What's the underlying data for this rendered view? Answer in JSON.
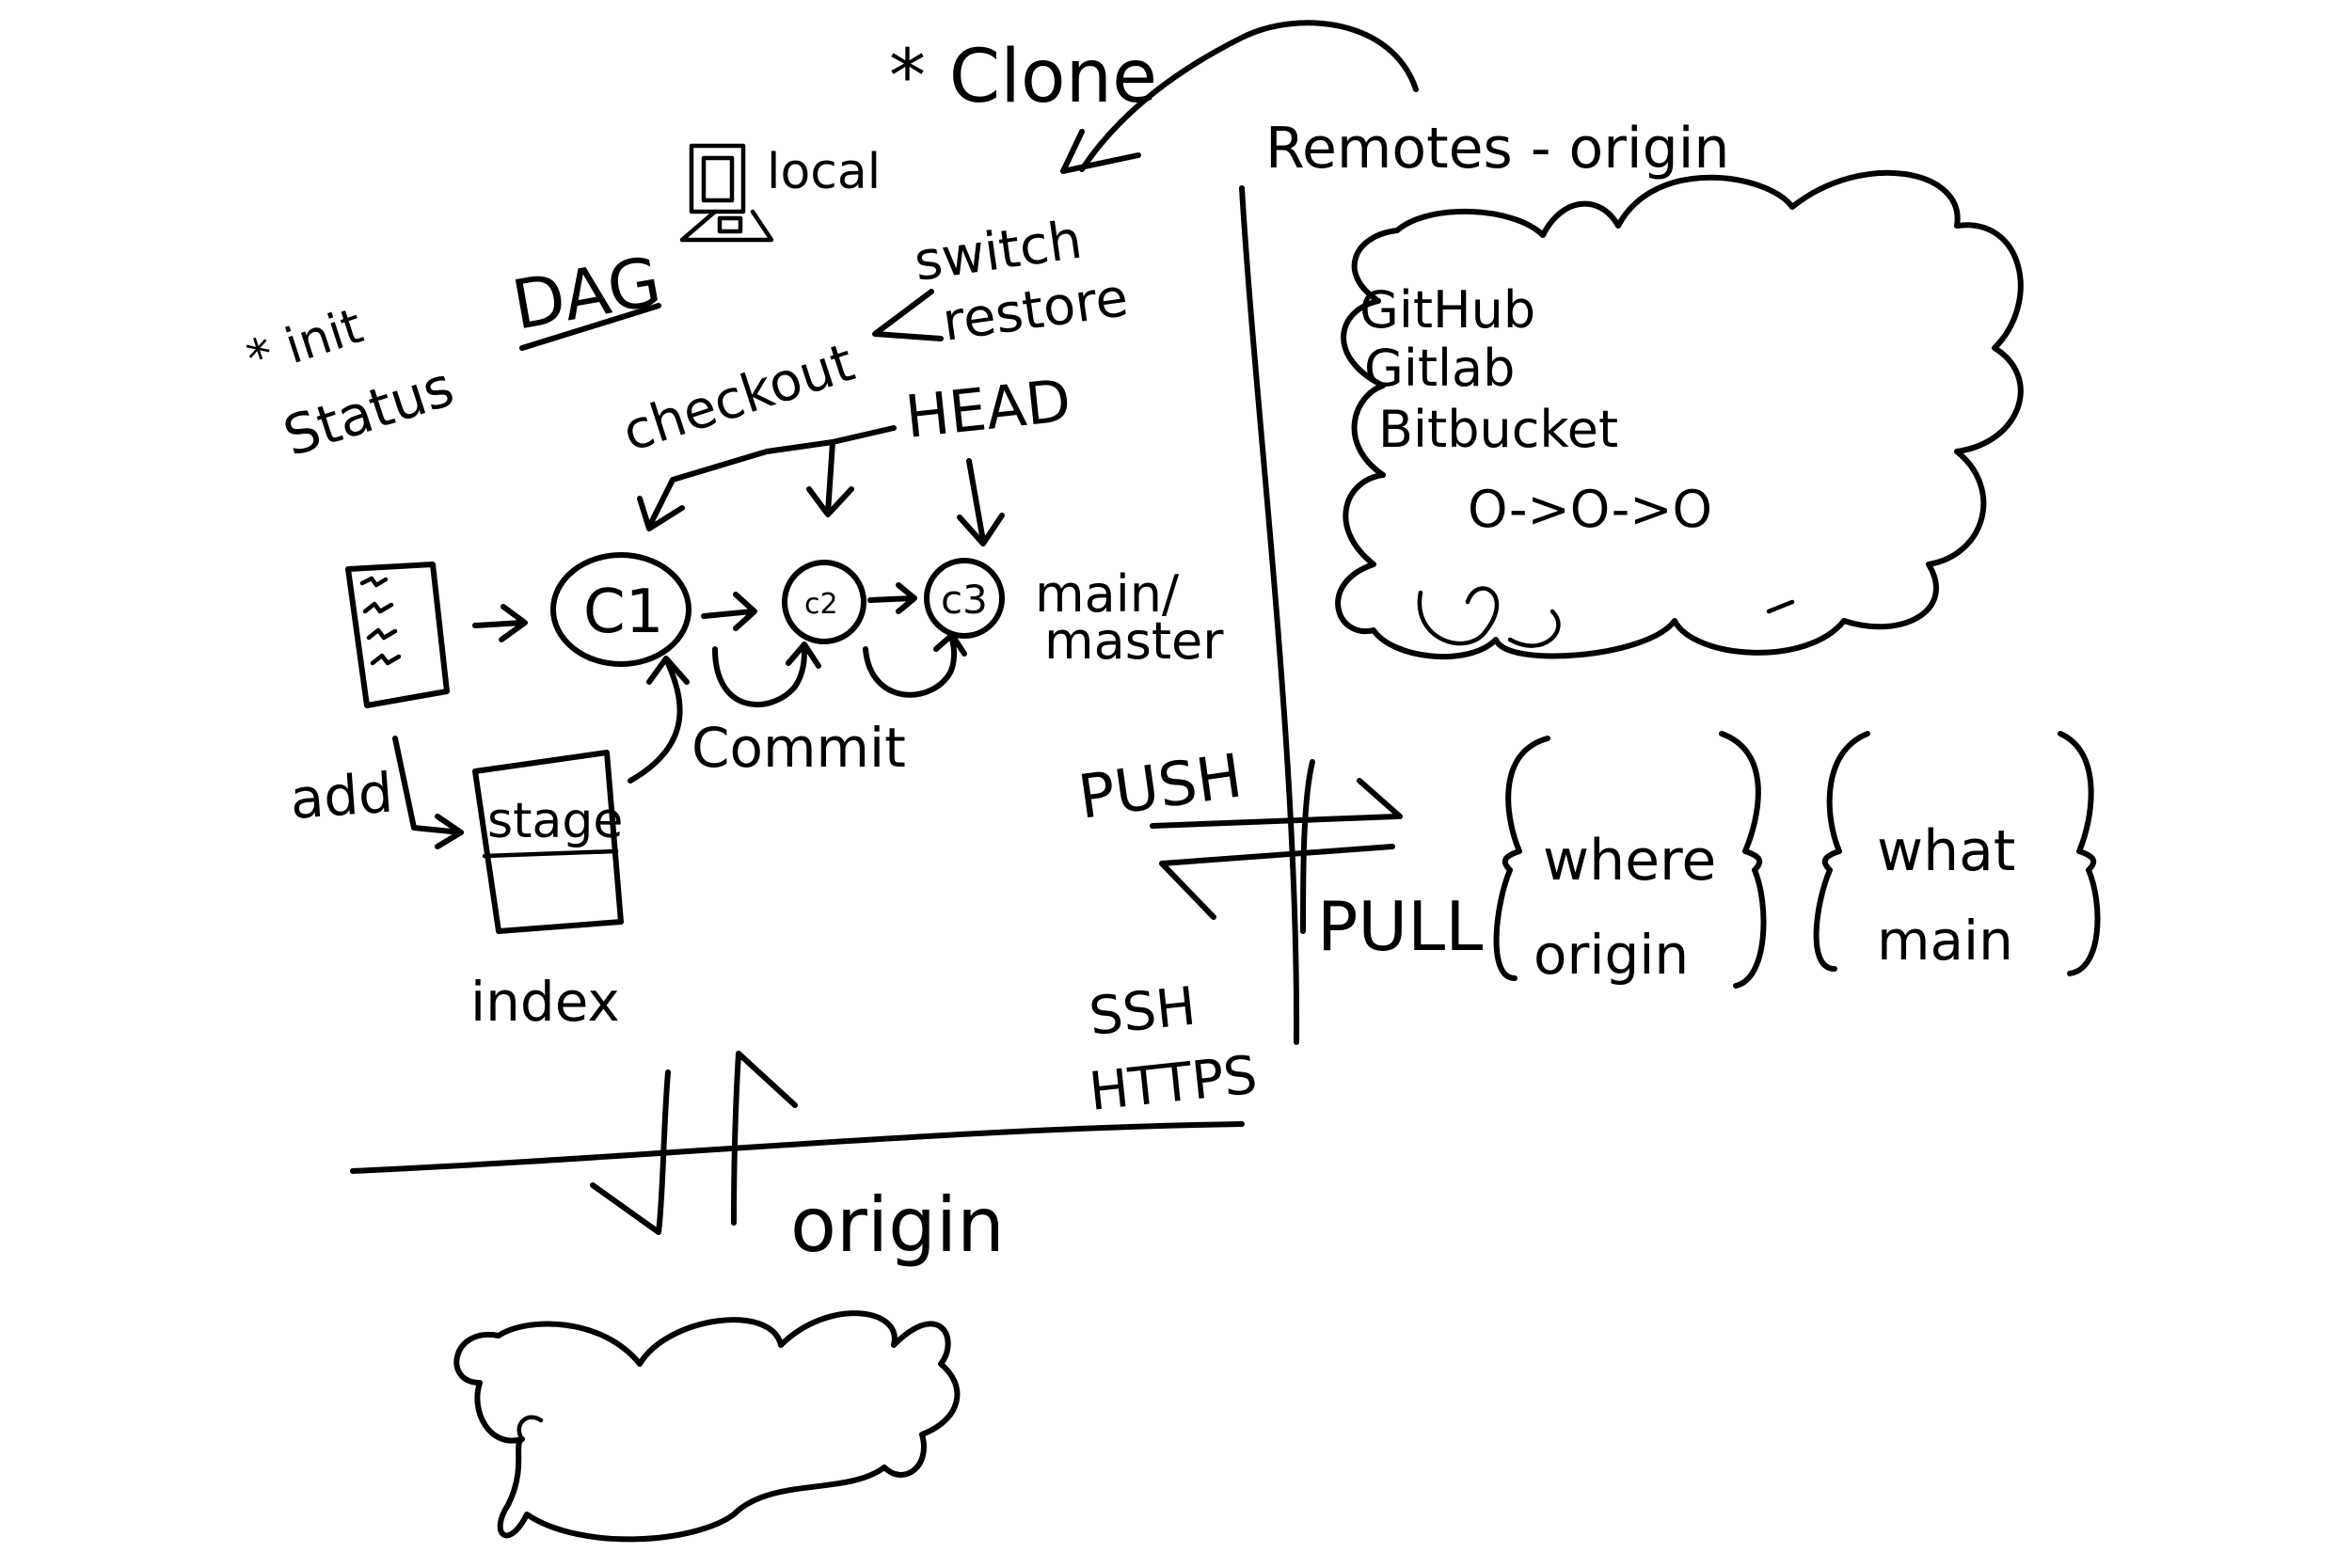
{
  "diagram": {
    "labels": {
      "clone": "* Clone",
      "local": "local",
      "remotes": "Remotes - origin",
      "dag": "DAG",
      "init": "* init",
      "status": "Status",
      "switch": "switch",
      "restore": "restore",
      "checkout": "checkout",
      "head": "HEAD",
      "main_master_1": "main/",
      "main_master_2": "master",
      "add": "add",
      "stage": "stage",
      "index": "index",
      "commit": "Commit",
      "push": "PUSH",
      "pull": "PULL",
      "ssh": "SSH",
      "https": "HTTPS",
      "origin_bottom": "origin"
    },
    "commits": [
      "C1",
      "c2",
      "c3"
    ],
    "hosts": [
      "GitHub",
      "Gitlab",
      "Bitbucket"
    ],
    "remote_chain": "O->O->O",
    "where": {
      "label": "where",
      "value": "origin"
    },
    "what": {
      "label": "what",
      "value": "main"
    }
  }
}
